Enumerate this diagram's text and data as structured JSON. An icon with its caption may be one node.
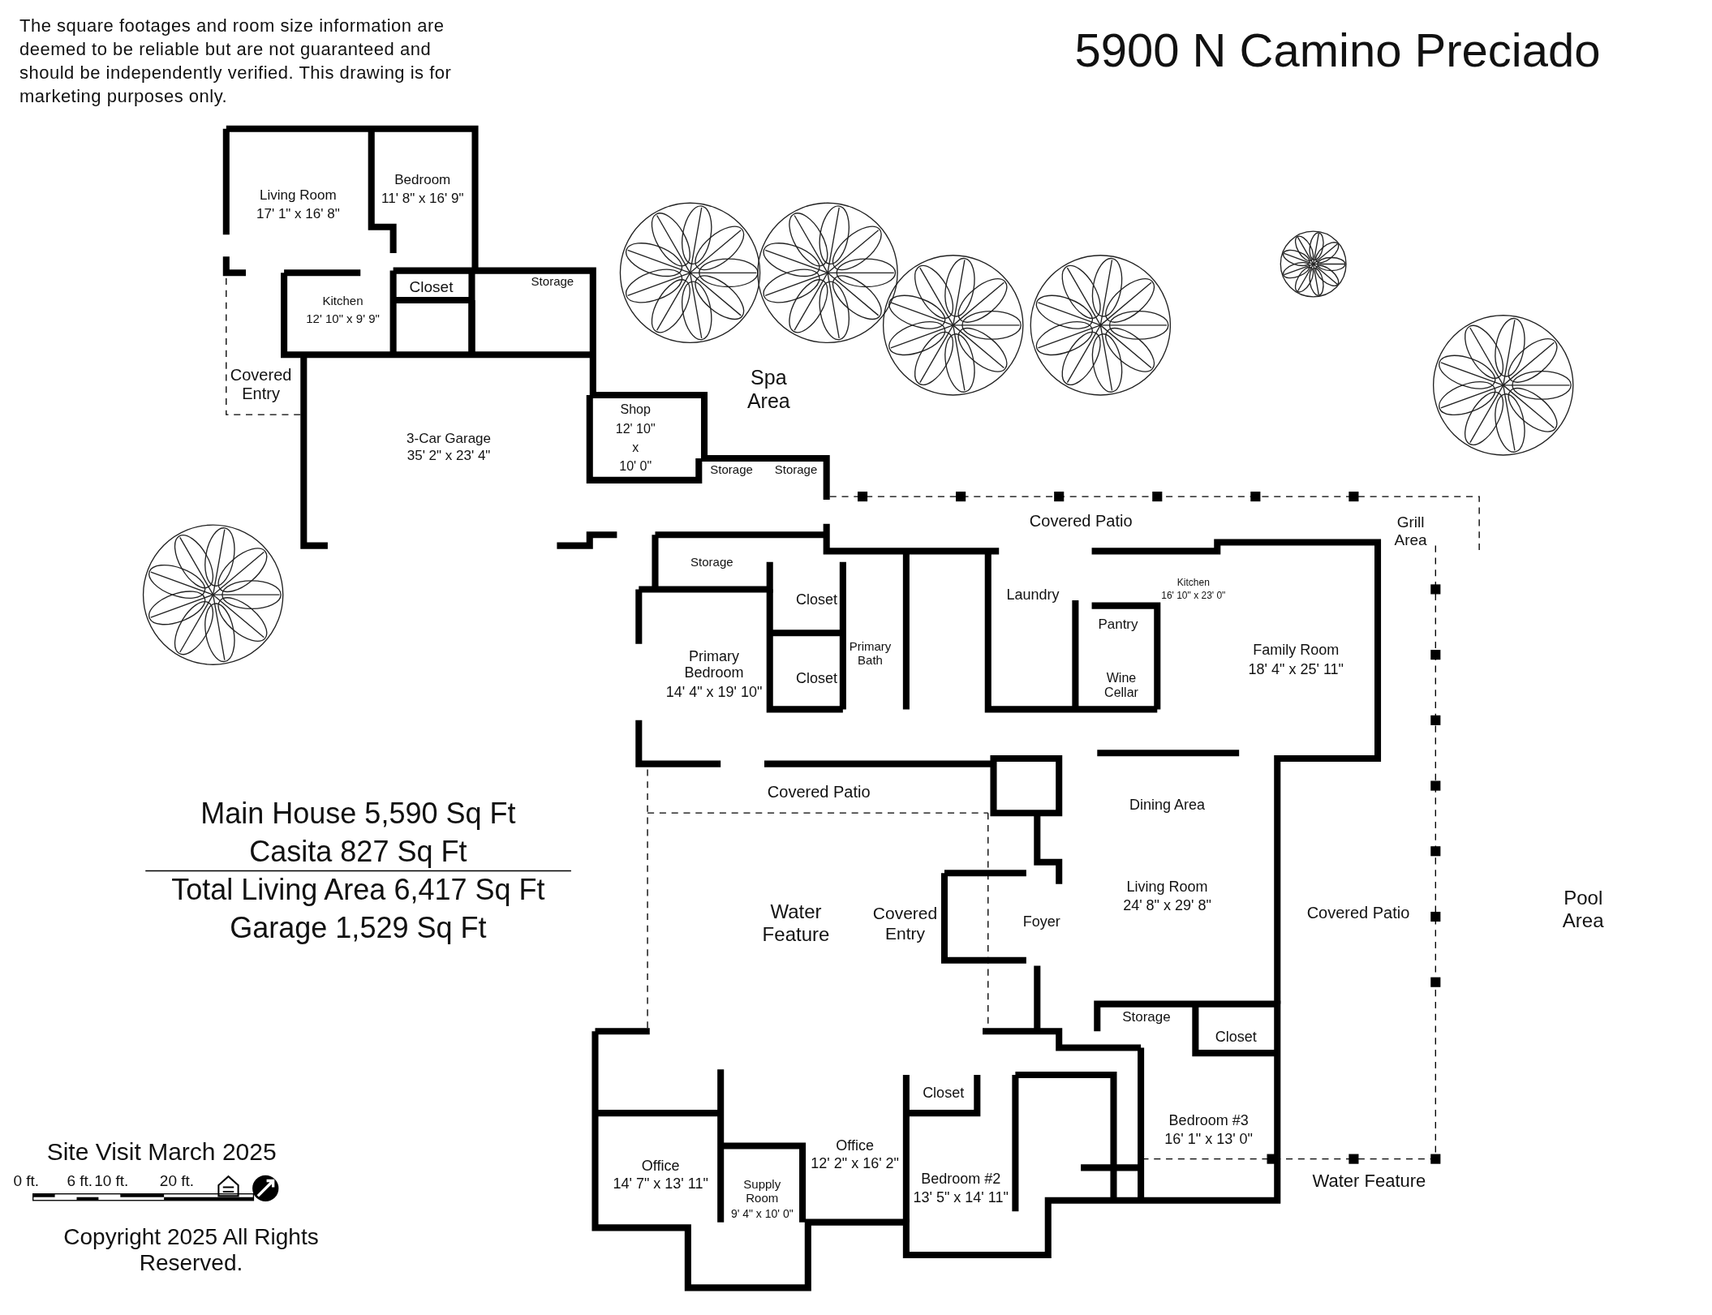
{
  "diagram": {
    "title": "5900 N Camino Preciado",
    "labels": [
      "The square footages and room size information are deemed to be reliable but are not guaranteed and should be independently verified. This drawing is for marketing purposes only.",
      "Living Room",
      "17' 1\" x 16' 8\"",
      "Bedroom",
      "11' 8\" x 16' 9\"",
      "Closet",
      "Storage",
      "Kitchen",
      "12' 10\" x 9' 9\"",
      "Covered Entry",
      "Spa Area",
      "3-Car Garage",
      "35' 2\" x 23' 4\"",
      "Shop",
      "12' 10\"",
      "x",
      "10' 0\"",
      "Storage",
      "Storage",
      "Covered Patio",
      "Grill Area",
      "Storage",
      "Closet",
      "Laundry",
      "Kitchen",
      "16' 10\" x 23' 0\"",
      "Pantry",
      "Primary Bedroom",
      "14' 4\" x 19' 10\"",
      "Primary Bath",
      "Family Room",
      "18' 4\" x 25' 11\"",
      "Closet",
      "Wine Cellar",
      "Covered Patio",
      "Main House 5,590 Sq Ft",
      "Dining Area",
      "Casita 827 Sq Ft",
      "Total Living Area 6,417 Sq Ft",
      "Living Room",
      "24' 8\" x 29' 8\"",
      "Garage 1,529 Sq Ft",
      "Water Feature",
      "Covered Entry",
      "Foyer",
      "Covered Patio",
      "Pool Area",
      "Storage",
      "Closet",
      "Closet",
      "Bedroom #3",
      "16' 1\" x 13' 0\"",
      "Office",
      "12' 2\" x 16' 2\"",
      "Site Visit March 2025",
      "0 ft.",
      "6 ft.",
      "10 ft.",
      "20 ft.",
      "Office",
      "14' 7\" x 13' 11\"",
      "Supply Room",
      "9' 4\" x 10' 0\"",
      "Bedroom #2",
      "13' 5\" x 14' 11\"",
      "Water Feature",
      "Copyright 2025 All Rights Reserved."
    ]
  }
}
